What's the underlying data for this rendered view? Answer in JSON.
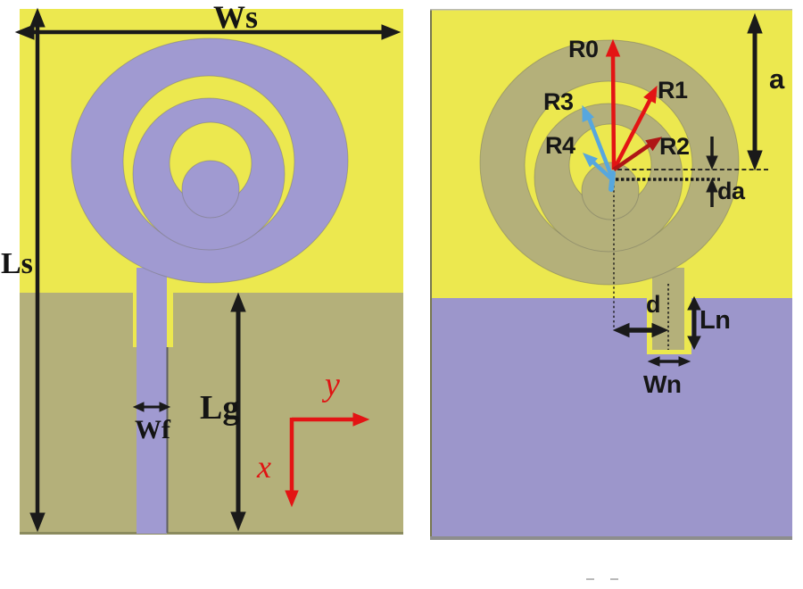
{
  "figure": {
    "left": {
      "ws": "Ws",
      "ls": "Ls",
      "wf": "Wf",
      "lg": "Lg",
      "axis_y": "y",
      "axis_x": "x"
    },
    "right": {
      "r0": "R0",
      "r1": "R1",
      "r2": "R2",
      "r3": "R3",
      "r4": "R4",
      "a": "a",
      "da": "da",
      "d": "d",
      "ln": "Ln",
      "wn": "Wn"
    },
    "colors": {
      "substrate_yellow": "#ECE84F",
      "copper_purple": "#A09AD1",
      "copper_olive": "#B4B07A",
      "ground_purple": "#9C96CB",
      "black": "#1A1A1A",
      "red": "#E31414",
      "dark_red": "#AF1616",
      "blue": "#57A7DE"
    }
  }
}
